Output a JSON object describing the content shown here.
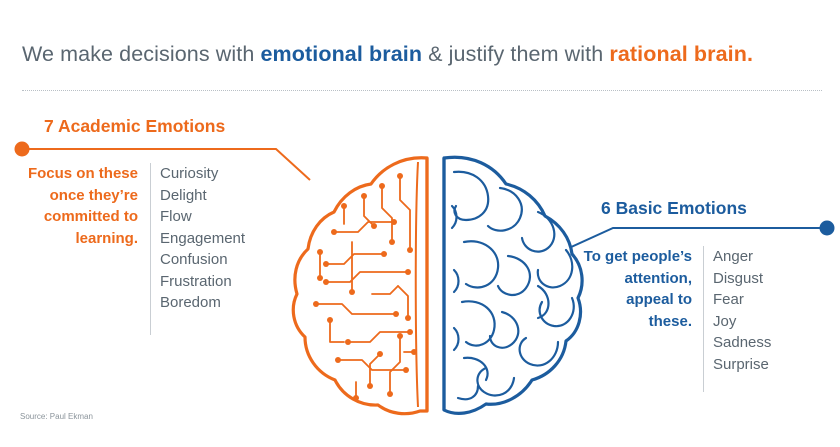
{
  "headline": {
    "part1": "We make decisions with ",
    "emotional": "emotional brain",
    "part2": " & justify them with ",
    "rational": "rational brain."
  },
  "left_panel": {
    "title": "7 Academic Emotions",
    "caption": "Focus on these once they’re committed to learning.",
    "items": [
      "Curiosity",
      "Delight",
      "Flow",
      "Engagement",
      "Confusion",
      "Frustration",
      "Boredom"
    ]
  },
  "right_panel": {
    "title": "6 Basic Emotions",
    "caption": "To get people’s attention, appeal to these.",
    "items": [
      "Anger",
      "Disgust",
      "Fear",
      "Joy",
      "Sadness",
      "Surprise"
    ]
  },
  "source": "Source: Paul Ekman",
  "colors": {
    "orange": "#ed6a1c",
    "blue": "#1c5c9e",
    "text_grey": "#5a6670",
    "rule_grey": "#b9c0c6"
  }
}
